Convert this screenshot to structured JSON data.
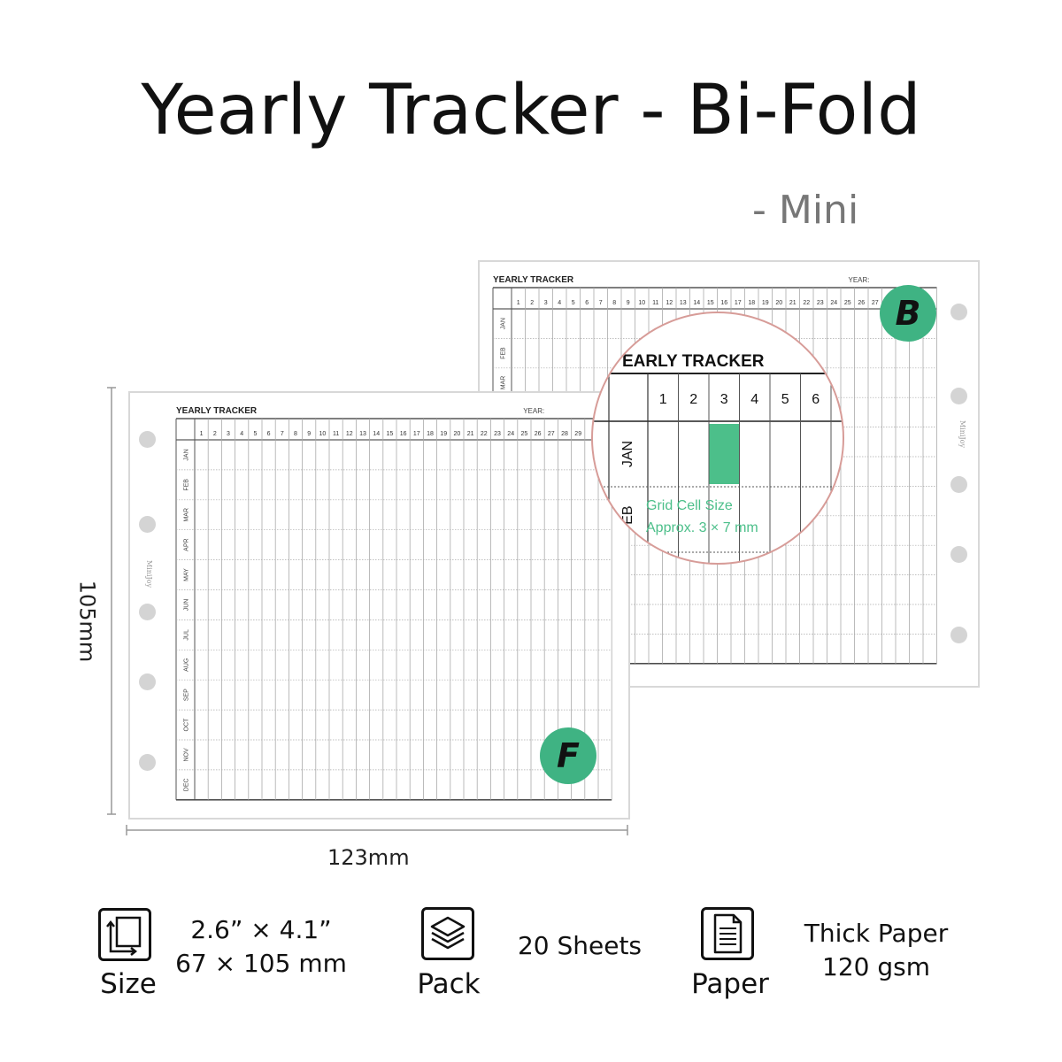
{
  "title": "Yearly Tracker - Bi-Fold",
  "subtitle": "- Mini",
  "tracker": {
    "heading": "YEARLY TRACKER",
    "year_label": "YEAR:",
    "brand": "MiniJoy",
    "days_front": [
      "1",
      "2",
      "3",
      "4",
      "5",
      "6",
      "7",
      "8",
      "9",
      "10",
      "11",
      "12",
      "13",
      "14",
      "15",
      "16",
      "17",
      "18",
      "19",
      "20",
      "21",
      "22",
      "23",
      "24",
      "25",
      "26",
      "27",
      "28",
      "29"
    ],
    "days_back": [
      "1",
      "2",
      "3",
      "4",
      "5",
      "6",
      "7",
      "8",
      "9",
      "10",
      "11",
      "12",
      "13",
      "14",
      "15",
      "16",
      "17",
      "18",
      "19",
      "20",
      "21",
      "22",
      "23",
      "24",
      "25",
      "26",
      "27"
    ],
    "months_front": [
      "JAN",
      "FEB",
      "MAR",
      "APR",
      "MAY",
      "JUN",
      "JUL",
      "AUG",
      "SEP",
      "OCT",
      "NOV",
      "DEC"
    ],
    "months_back": [
      "JAN",
      "FEB",
      "MAR"
    ]
  },
  "badges": {
    "back": "B",
    "front": "F"
  },
  "magnifier": {
    "heading": "EARLY TRACKER",
    "days": [
      "1",
      "2",
      "3",
      "4",
      "5",
      "6"
    ],
    "months": [
      "JAN",
      "FEB"
    ],
    "note_line1": "Grid Cell Size",
    "note_line2": "Approx. 3 × 7 mm",
    "highlight_color": "#4cbf8a"
  },
  "dimensions": {
    "height": "105mm",
    "width": "123mm"
  },
  "specs": [
    {
      "icon": "size-icon",
      "caption": "Size",
      "line1": "2.6” × 4.1”",
      "line2": "67 × 105 mm"
    },
    {
      "icon": "pack-icon",
      "caption": "Pack",
      "line1": "20 Sheets",
      "line2": ""
    },
    {
      "icon": "paper-icon",
      "caption": "Paper",
      "line1": "Thick Paper",
      "line2": "120 gsm"
    }
  ],
  "colors": {
    "accent": "#3fb383",
    "magnifier_border": "#d79c98",
    "grid": "#999999"
  }
}
